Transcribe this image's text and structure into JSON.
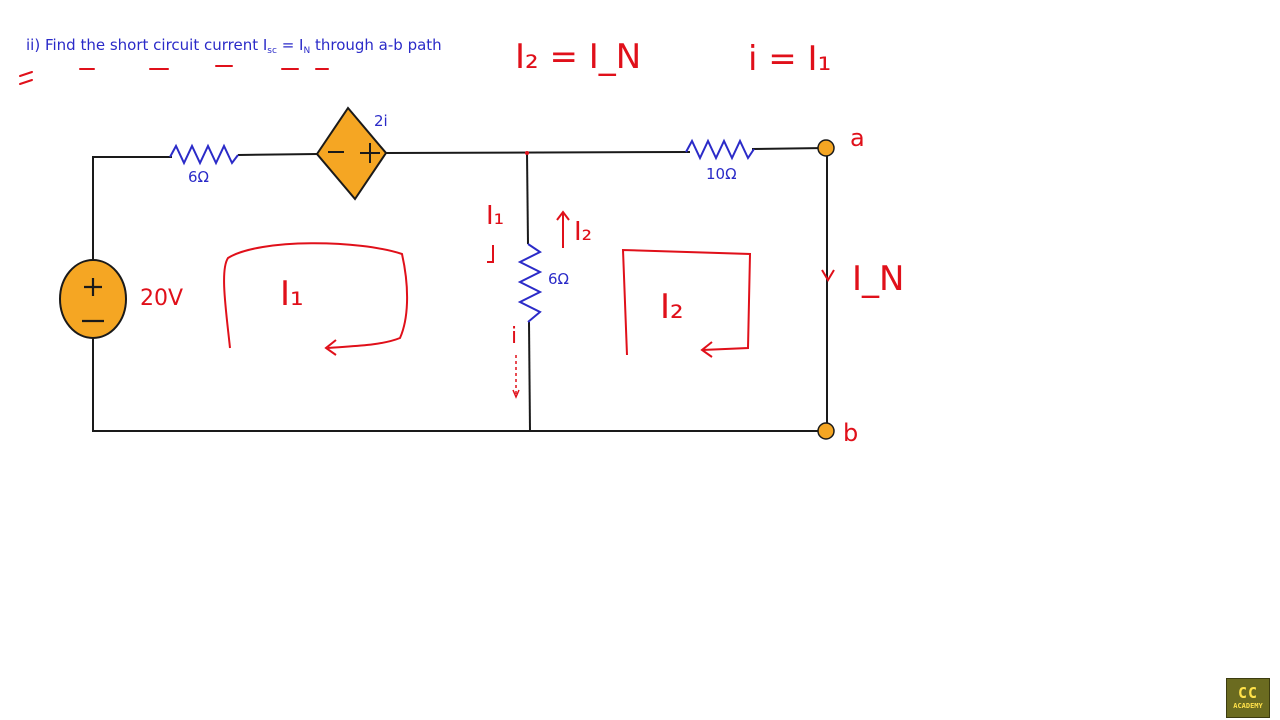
{
  "problem": {
    "prefix": "ii) Find the short circuit current I",
    "sub1": "sc",
    "middle": " = I",
    "sub2": "N",
    "suffix": " through a-b path"
  },
  "notes": {
    "eq1": "I₂ = I_N",
    "eq2": "i = I₁"
  },
  "circuit": {
    "source_label": "20V",
    "r1_label": "6Ω",
    "dep_source_label": "2i",
    "r_mid_label": "6Ω",
    "r2_label": "10Ω",
    "terminal_a": "a",
    "terminal_b": "b",
    "mesh1": "I₁",
    "mesh2": "I₂",
    "branch_i1": "I₁",
    "branch_i2": "I₂",
    "branch_i": "i",
    "in_label": "I_N"
  },
  "logo": {
    "top": "CC",
    "bottom": "ACADEMY"
  },
  "colors": {
    "ink": "#e0101a",
    "wire": "#1a1a1a",
    "blue": "#2b2bc8",
    "component": "#f5a623"
  }
}
